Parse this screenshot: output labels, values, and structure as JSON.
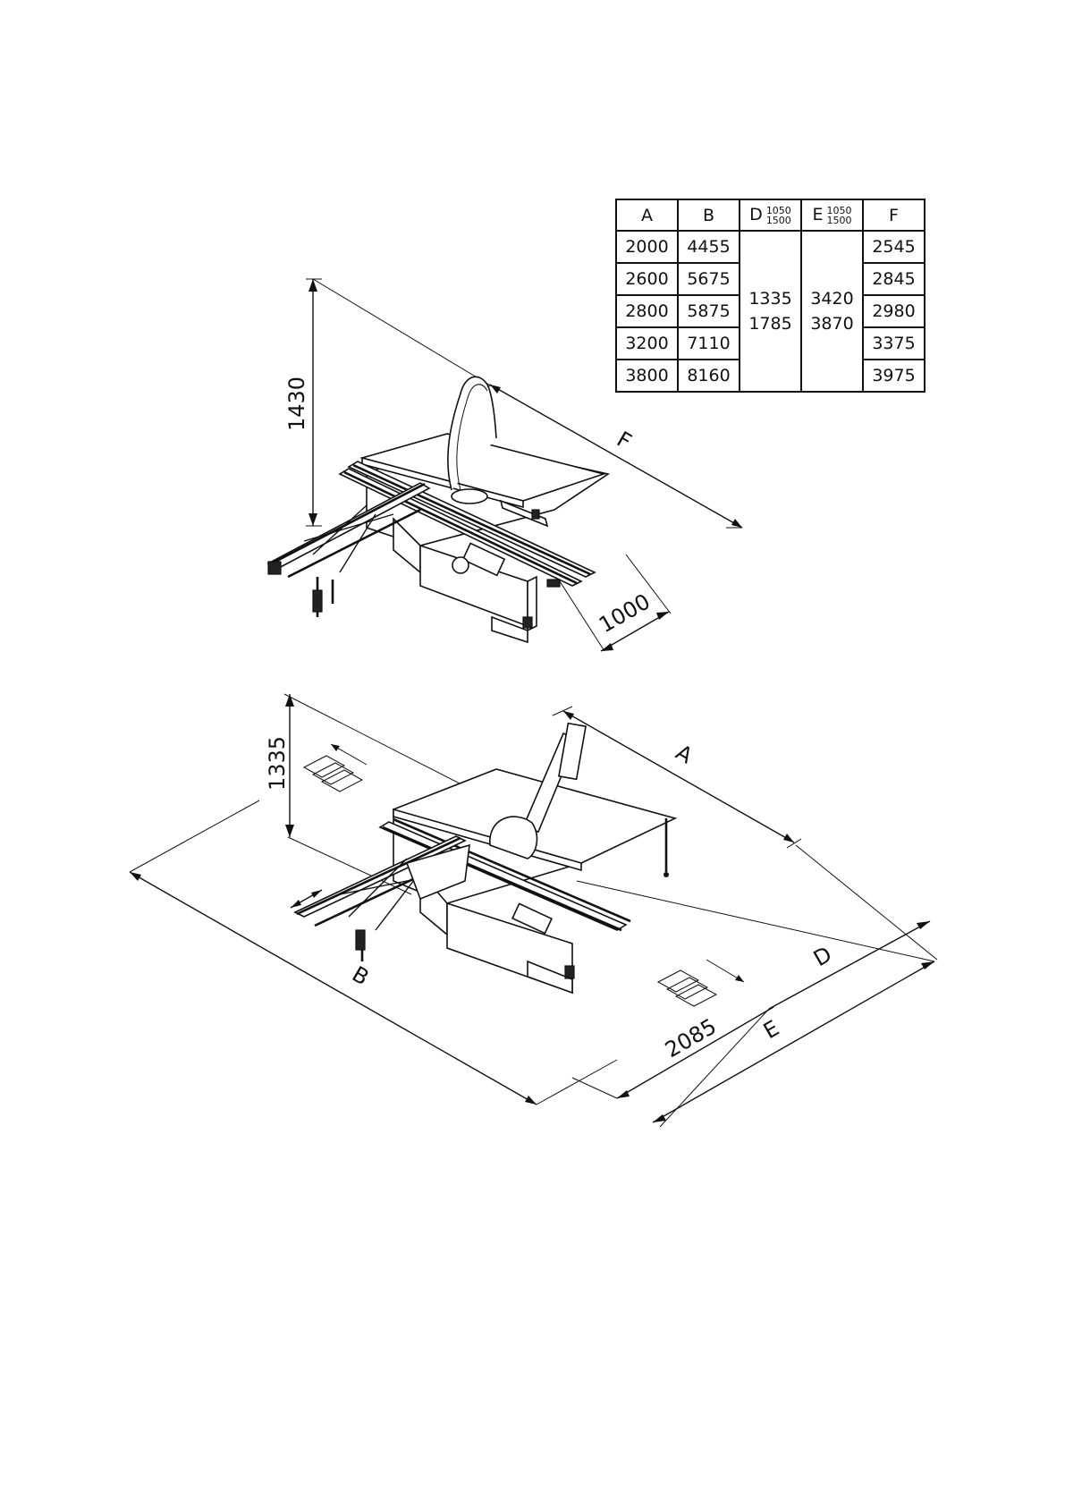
{
  "table": {
    "headers": [
      {
        "label": "A",
        "sub": []
      },
      {
        "label": "B",
        "sub": []
      },
      {
        "label": "D",
        "sub": [
          "1050",
          "1500"
        ]
      },
      {
        "label": "E",
        "sub": [
          "1050",
          "1500"
        ]
      },
      {
        "label": "F",
        "sub": []
      }
    ],
    "rows": [
      {
        "A": "2000",
        "B": "4455",
        "F": "2545"
      },
      {
        "A": "2600",
        "B": "5675",
        "F": "2845"
      },
      {
        "A": "2800",
        "B": "5875",
        "F": "2980"
      },
      {
        "A": "3200",
        "B": "7110",
        "F": "3375"
      },
      {
        "A": "3800",
        "B": "8160",
        "F": "3975"
      }
    ],
    "D_values": [
      "1335",
      "1785"
    ],
    "E_values": [
      "3420",
      "3870"
    ]
  },
  "view1": {
    "height_label": "1430",
    "length_label": "F",
    "depth_label": "1000"
  },
  "view2": {
    "height_label": "1335",
    "A_label": "A",
    "B_label": "B",
    "D_label": "D",
    "E_label": "E",
    "depth_label": "2085"
  }
}
